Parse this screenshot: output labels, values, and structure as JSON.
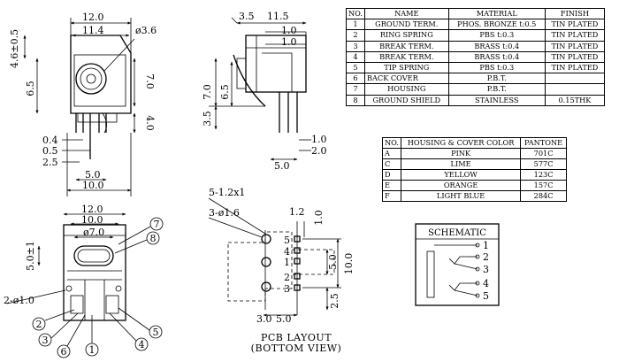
{
  "parts_table": {
    "headers": [
      "NO.",
      "NAME",
      "MATERIAL",
      "FINISH"
    ],
    "rows": [
      [
        "1",
        "GROUND TERM.",
        "PHOS. BRONZE t:0.5",
        "TIN PLATED"
      ],
      [
        "2",
        "RING SPRING",
        "PBS t:0.3",
        "TIN PLATED"
      ],
      [
        "3",
        "BREAK TERM.",
        "BRASS t:0.4",
        "TIN PLATED"
      ],
      [
        "4",
        "BREAK TERM.",
        "BRASS t:0.4",
        "TIN PLATED"
      ],
      [
        "5",
        "TIP SPRING",
        "PBS t:0.3",
        "TIN PLATED"
      ],
      [
        "6",
        "BACK COVER",
        "P.B.T.",
        ""
      ],
      [
        "7",
        "HOUSING",
        "P.B.T.",
        ""
      ],
      [
        "8",
        "GROUND SHIELD",
        "STAINLESS",
        "0.15THK"
      ]
    ]
  },
  "color_table": {
    "headers": [
      "NO.",
      "HOUSING & COVER COLOR",
      "PANTONE"
    ],
    "rows": [
      [
        "A",
        "PINK",
        "701C"
      ],
      [
        "C",
        "LIME",
        "577C"
      ],
      [
        "D",
        "YELLOW",
        "123C"
      ],
      [
        "E",
        "ORANGE",
        "157C"
      ],
      [
        "F",
        "LIGHT BLUE",
        "284C"
      ]
    ]
  },
  "front_view": {
    "dims": [
      "12.0",
      "11.4",
      "ø3.6",
      "4.6±0.5",
      "6.5",
      "7.0",
      "4.0",
      "0.4",
      "0.5",
      "2.5",
      "5.0",
      "10.0"
    ]
  },
  "side_view": {
    "dims": [
      "3.5",
      "11.5",
      "1.0",
      "1.0",
      "7.0",
      "6.5",
      "3.5",
      "1.0",
      "2.0",
      "5.0"
    ]
  },
  "bottom_view": {
    "dims": [
      "12.0",
      "10.0",
      "ø7.0",
      "5.0±1",
      "2-ø1.0"
    ],
    "callouts": [
      "7",
      "8",
      "2",
      "3",
      "6",
      "1",
      "4",
      "5"
    ]
  },
  "pcb_layout": {
    "holes_label": "5-1.2x1",
    "mount_label": "3-ø1.6",
    "dims": [
      "1.2",
      "1.0",
      "5.0",
      "10.0",
      "2.5",
      "3.0",
      "5.0"
    ],
    "pin_labels": [
      "5",
      "4",
      "1",
      "2",
      "3"
    ],
    "caption_line1": "PCB LAYOUT",
    "caption_line2": "(BOTTOM VIEW)"
  },
  "schematic": {
    "title": "SCHEMATIC",
    "pins": [
      "1",
      "2",
      "3",
      "4",
      "5"
    ]
  }
}
